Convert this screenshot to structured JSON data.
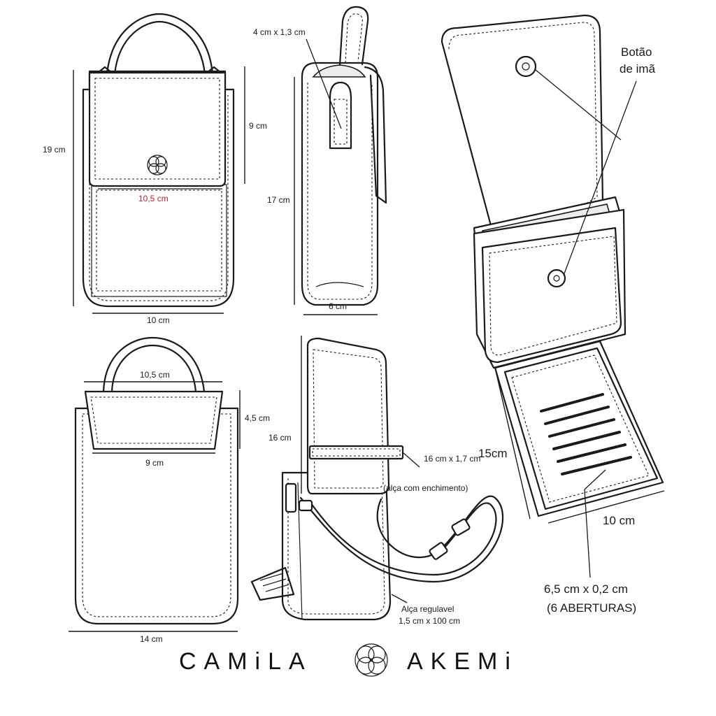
{
  "views": {
    "front": {
      "height_label": "19 cm",
      "flap_height_label": "9 cm",
      "flap_width_label": "10,5 cm",
      "width_label": "10 cm"
    },
    "side": {
      "tab_label": "4 cm x 1,3 cm",
      "height_label": "17 cm",
      "depth_label": "6 cm"
    },
    "back": {
      "top_width_label": "10,5 cm",
      "top_height_label": "4,5 cm",
      "bottom_width_label": "9 cm",
      "width_label": "14 cm"
    },
    "open_side": {
      "height_label": "16 cm",
      "strap_label": "16 cm x 1,7 cm",
      "strap_note": "(alça com enchimento)",
      "adj_strap_label": "Alça regulavel",
      "adj_strap_dims": "1,5 cm x 100 cm"
    },
    "open": {
      "magnet_label_1": "Botão",
      "magnet_label_2": "de imã",
      "height_label": "15cm",
      "width_label": "10 cm",
      "slots_label": "6,5 cm  x  0,2 cm",
      "slots_note": "(6 ABERTURAS)"
    }
  },
  "brand": {
    "left": "CAMiLA",
    "right": "AKEMi"
  },
  "colors": {
    "line": "#1a1a1a",
    "highlight": "#b3262a",
    "background": "#ffffff"
  }
}
